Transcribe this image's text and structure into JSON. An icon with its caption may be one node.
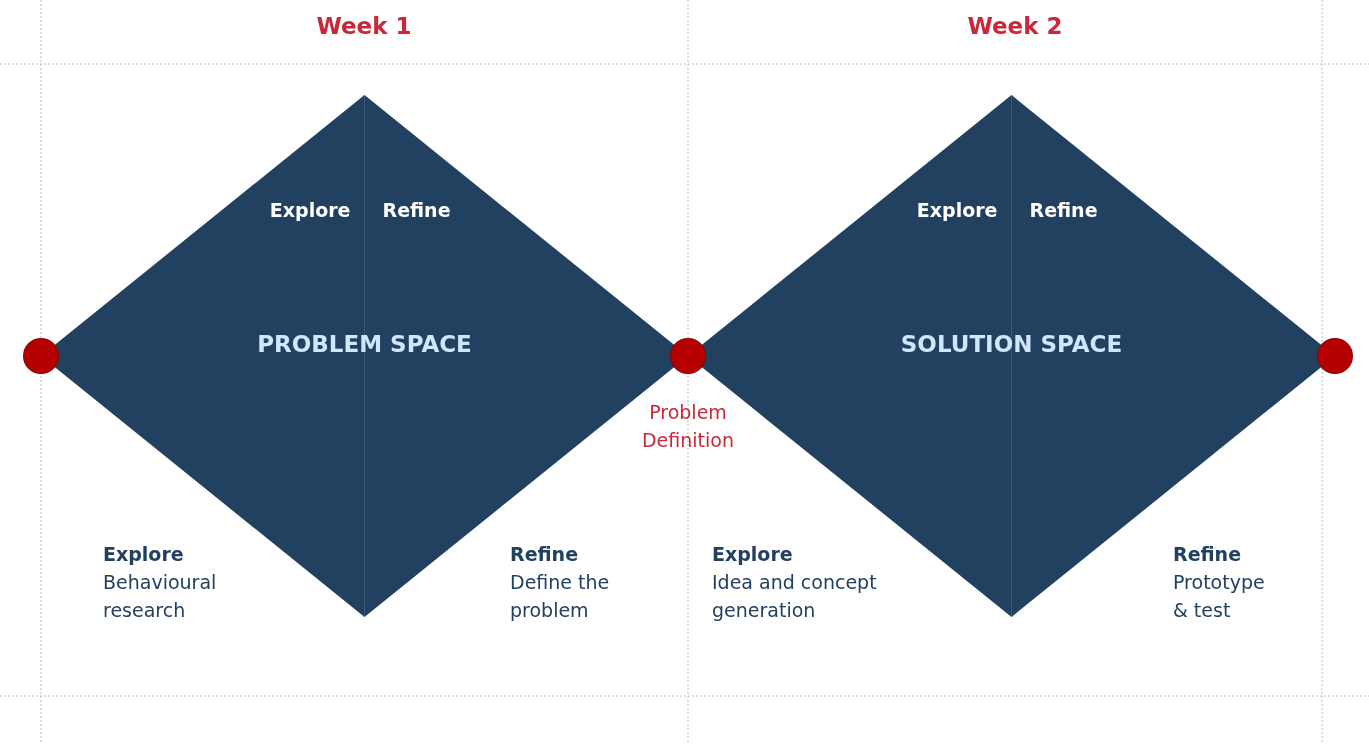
{
  "diagram": {
    "nodes": [
      {
        "text": [],
        "shape": "circle"
      },
      {
        "text": [
          "Explore",
          "Refine",
          "PROBLEM SPACE"
        ]
      },
      {
        "text": [],
        "shape": "circle"
      },
      {
        "text": [
          "Explore",
          "Refine",
          "SOLUTION SPACE"
        ]
      },
      {
        "text": [],
        "shape": "circle"
      }
    ],
    "labels": [
      "Week 1",
      "Week 2",
      "Problem Definition",
      "Explore",
      "Behavioural research",
      "Refine",
      "Define the problem",
      "Explore",
      "Idea and concept generation",
      "Refine",
      "Prototype & test"
    ]
  }
}
